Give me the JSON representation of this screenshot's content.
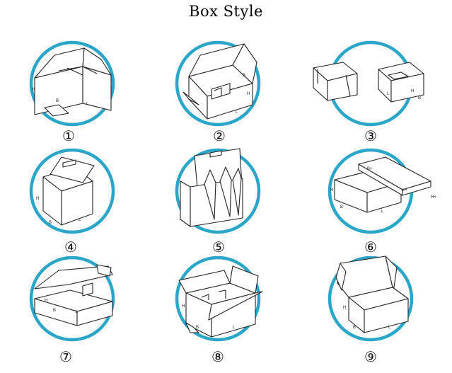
{
  "title": "Box Style",
  "ring_color": "#2ba6c9",
  "styles": [
    {
      "number": "①",
      "labels": [
        "H",
        "B",
        "L"
      ]
    },
    {
      "number": "②",
      "labels": [
        "B",
        "H",
        "L"
      ]
    },
    {
      "number": "③",
      "labels": [
        "L",
        "H",
        "B"
      ]
    },
    {
      "number": "④",
      "labels": [
        "H",
        "B",
        "L"
      ]
    },
    {
      "number": "⑤",
      "labels": []
    },
    {
      "number": "⑥",
      "labels": [
        "B+",
        "H",
        "L+",
        "H+",
        "B",
        "L"
      ]
    },
    {
      "number": "⑦",
      "labels": [
        "H",
        "B",
        "L"
      ]
    },
    {
      "number": "⑧",
      "labels": [
        "H",
        "B",
        "L"
      ]
    },
    {
      "number": "⑨",
      "labels": [
        "H",
        "B",
        "L"
      ]
    }
  ]
}
